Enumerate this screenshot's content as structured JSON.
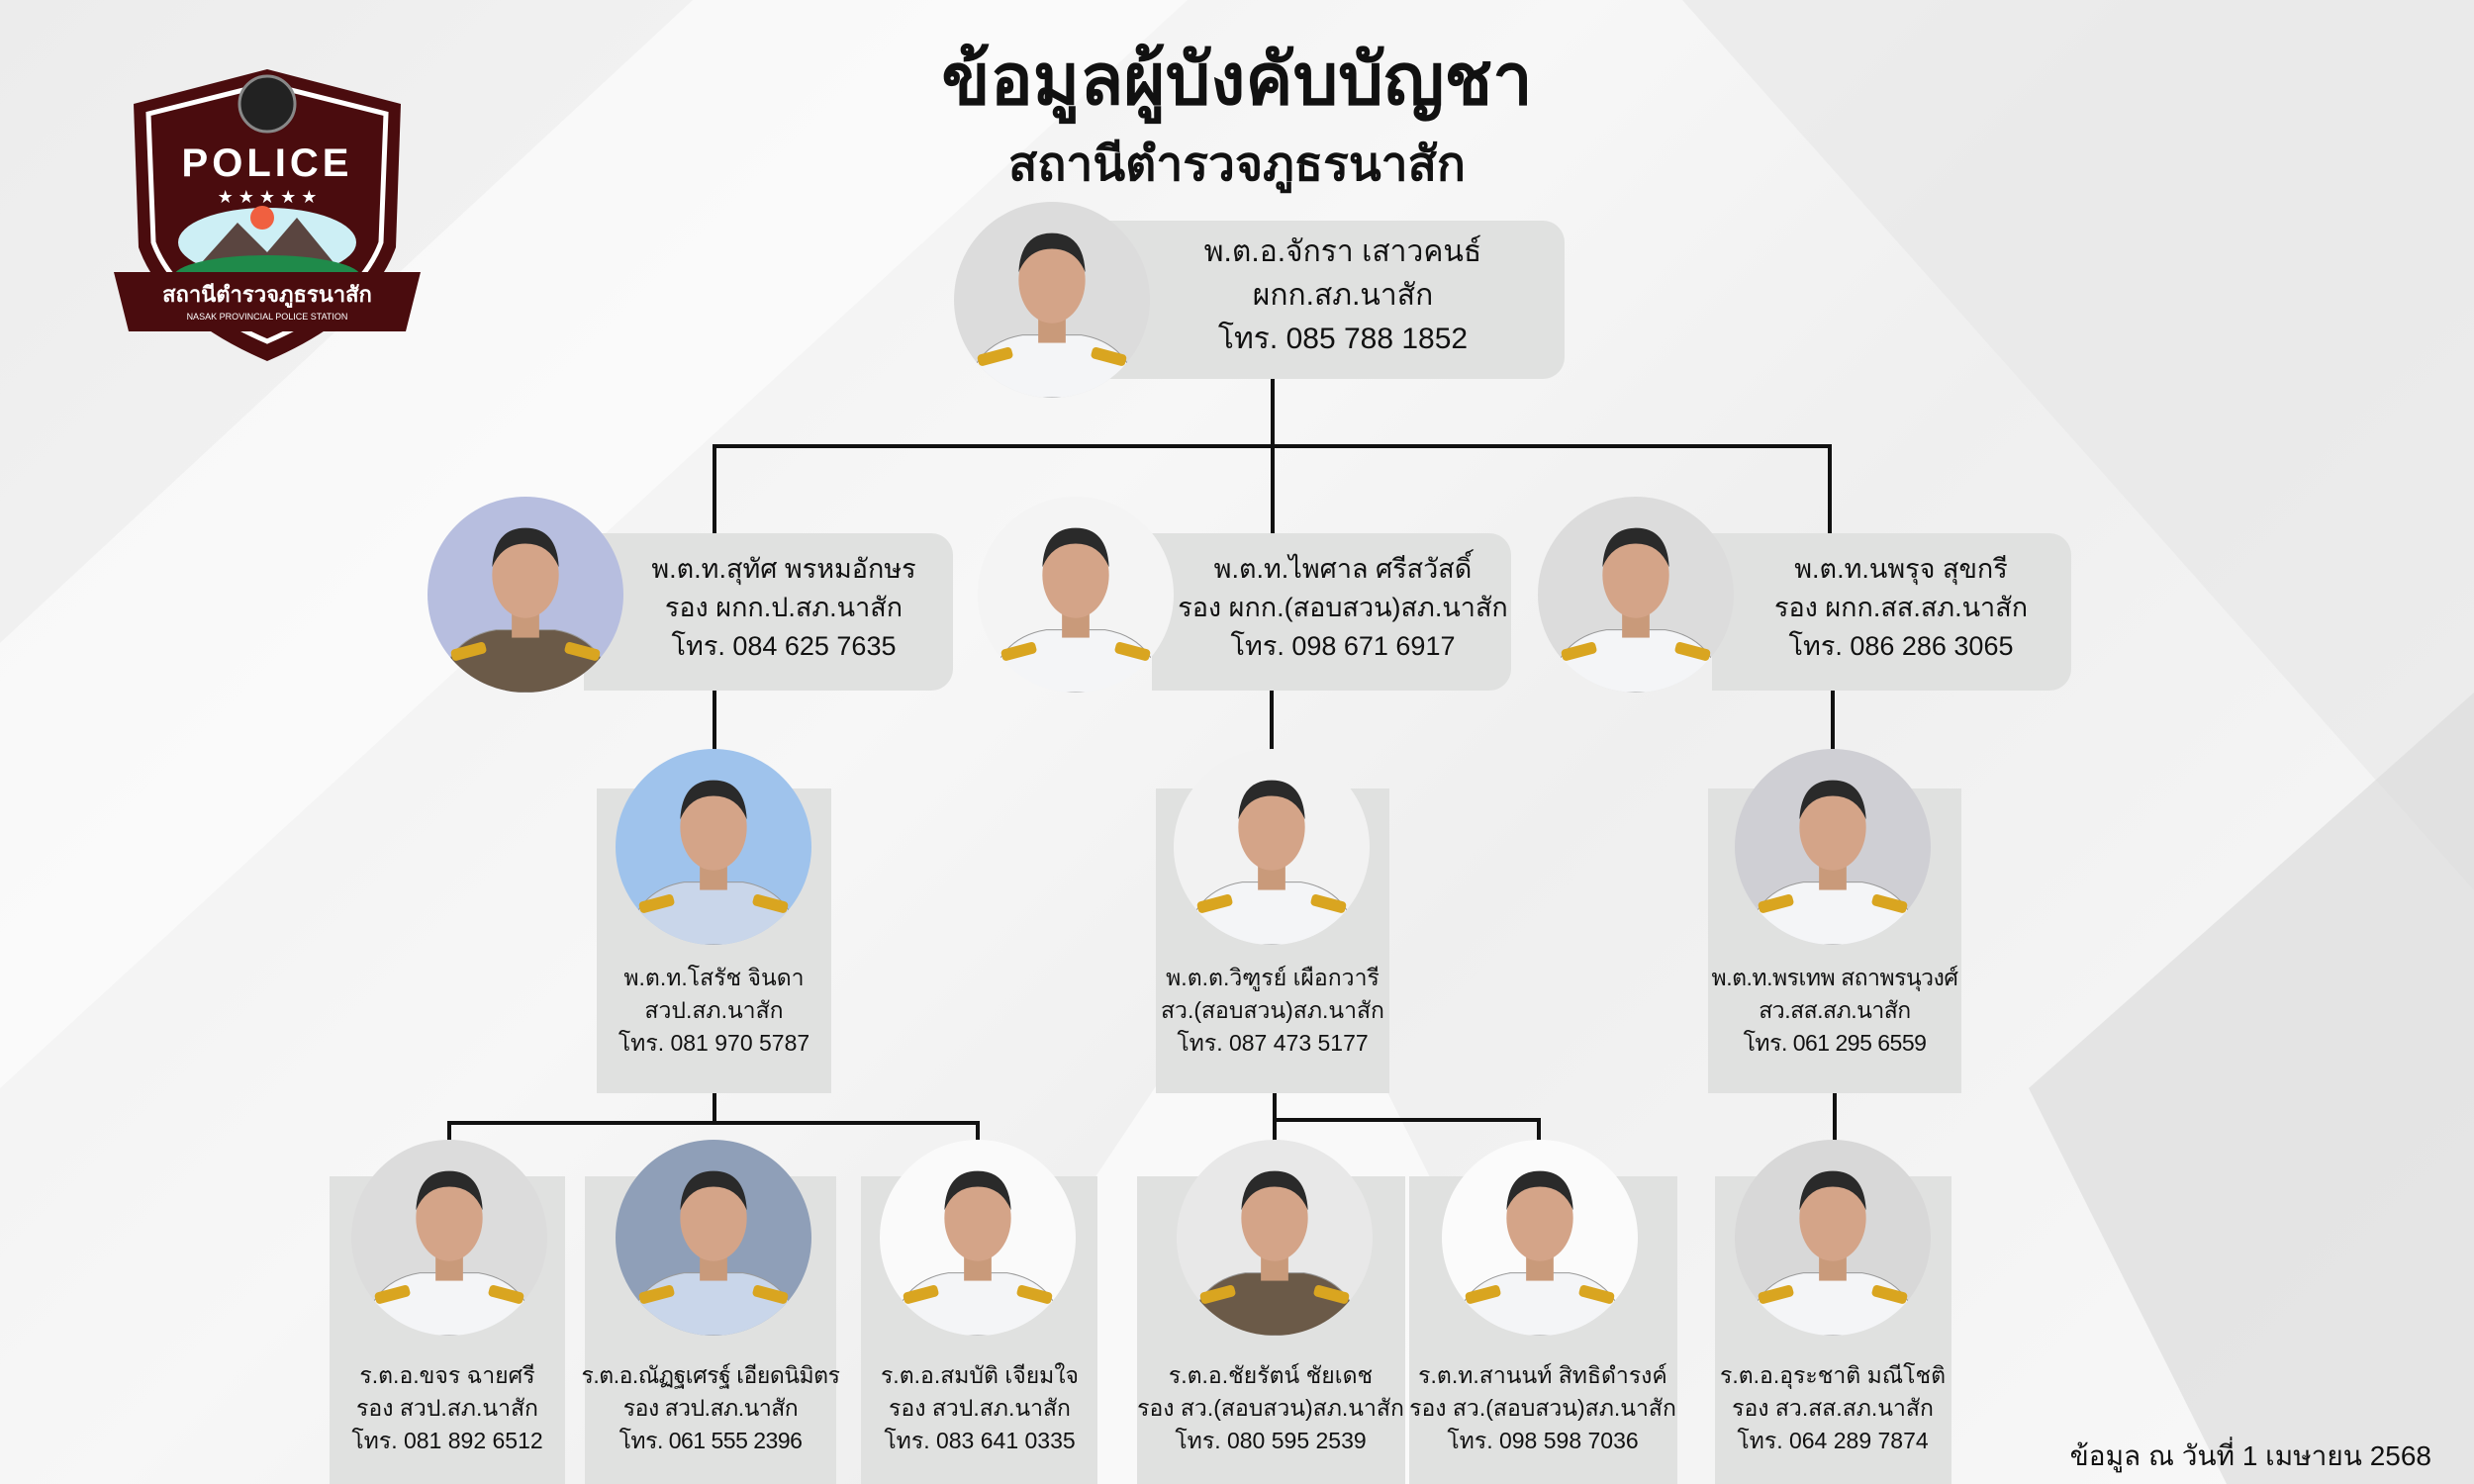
{
  "logo": {
    "word": "POLICE",
    "station_th": "สถานีตำรวจภูธรนาสัก",
    "station_en": "NASAK PROVINCIAL POLICE STATION"
  },
  "header": {
    "title": "ข้อมูลผู้บังคับบัญชา",
    "subtitle": "สถานีตำรวจภูธรนาสัก"
  },
  "chief": {
    "name": "พ.ต.อ.จักรา  เสาวคนธ์",
    "position": "ผกก.สภ.นาสัก",
    "phone": "โทร. 085 788 1852"
  },
  "deputies": [
    {
      "name": "พ.ต.ท.สุทัศ  พรหมอักษร",
      "position": "รอง ผกก.ป.สภ.นาสัก",
      "phone": "โทร. 084 625 7635"
    },
    {
      "name": "พ.ต.ท.ไพศาล  ศรีสวัสดิ์",
      "position": "รอง ผกก.(สอบสวน)สภ.นาสัก",
      "phone": "โทร. 098 671 6917"
    },
    {
      "name": "พ.ต.ท.นพรุจ  สุขกรี",
      "position": "รอง ผกก.สส.สภ.นาสัก",
      "phone": "โทร. 086 286 3065"
    }
  ],
  "inspectors": [
    {
      "name": "พ.ต.ท.โสรัช  จินดา",
      "position": "สวป.สภ.นาสัก",
      "phone": "โทร. 081 970 5787"
    },
    {
      "name": "พ.ต.ต.วิฑูรย์ เผือกวารี",
      "position": "สว.(สอบสวน)สภ.นาสัก",
      "phone": "โทร. 087 473 5177"
    },
    {
      "name": "พ.ต.ท.พรเทพ  สถาพรนุวงศ์",
      "position": "สว.สส.สภ.นาสัก",
      "phone": "โทร. 061 295 6559"
    }
  ],
  "sub_inspectors": [
    {
      "name": "ร.ต.อ.ขจร  ฉายศรี",
      "position": "รอง สวป.สภ.นาสัก",
      "phone": "โทร. 081 892 6512"
    },
    {
      "name": "ร.ต.อ.ณัฏฐเศรฐ์  เอียดนิมิตร",
      "position": "รอง สวป.สภ.นาสัก",
      "phone": "โทร. 061 555 2396"
    },
    {
      "name": "ร.ต.อ.สมบัติ  เจียมใจ",
      "position": "รอง สวป.สภ.นาสัก",
      "phone": "โทร. 083 641 0335"
    },
    {
      "name": "ร.ต.อ.ชัยรัตน์  ชัยเดช",
      "position": "รอง สว.(สอบสวน)สภ.นาสัก",
      "phone": "โทร. 080 595 2539"
    },
    {
      "name": "ร.ต.ท.สานนท์  สิทธิดำรงค์",
      "position": "รอง สว.(สอบสวน)สภ.นาสัก",
      "phone": "โทร. 098 598 7036"
    },
    {
      "name": "ร.ต.อ.อุระชาติ  มณีโชติ",
      "position": "รอง สว.สส.สภ.นาสัก",
      "phone": "โทร. 064 289 7874"
    }
  ],
  "footer": {
    "note": "ข้อมูล ณ วันที่ 1 เมษายน 2568"
  },
  "colors": {
    "card": "#e0e1e0",
    "line": "#111111",
    "logo": "#4a0c0e"
  }
}
